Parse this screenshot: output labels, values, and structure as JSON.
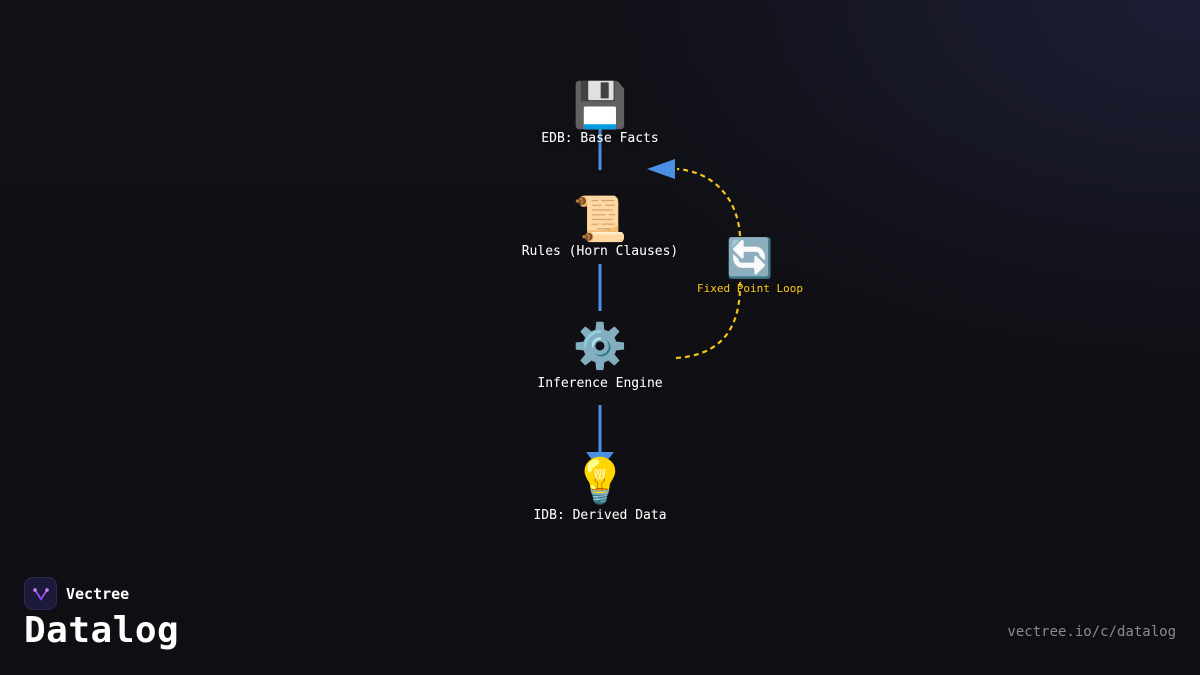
{
  "diagram": {
    "nodes": [
      {
        "id": "edb",
        "icon": "floppy-disk-icon",
        "glyph": "💾",
        "label": "EDB: Base Facts"
      },
      {
        "id": "rules",
        "icon": "scroll-icon",
        "glyph": "📜",
        "label": "Rules (Horn Clauses)"
      },
      {
        "id": "engine",
        "icon": "gear-icon",
        "glyph": "⚙️",
        "label": "Inference Engine"
      },
      {
        "id": "idb",
        "icon": "light-bulb-icon",
        "glyph": "💡",
        "label": "IDB: Derived Data"
      }
    ],
    "loop": {
      "icon": "cycle-arrows-icon",
      "glyph": "🔄",
      "label": "Fixed Point Loop"
    },
    "colors": {
      "flow": "#4a90e2",
      "loop": "#f5c518",
      "background": "#0f0f14"
    }
  },
  "brand": {
    "name": "Vectree",
    "logo_icon": "vectree-logo-icon"
  },
  "title": "Datalog",
  "url": "vectree.io/c/datalog"
}
